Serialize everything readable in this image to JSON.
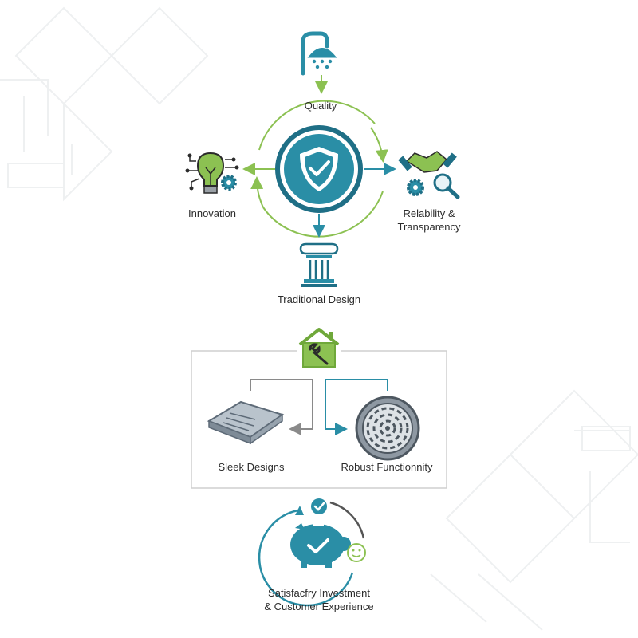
{
  "colors": {
    "teal": "#2a8ea6",
    "teal_dark": "#1f6f86",
    "green": "#8cc152",
    "gray": "#8a8a8a",
    "text": "#2b2b2b"
  },
  "labels": {
    "quality": "Quality",
    "innovation": "Innovation",
    "reliability": [
      "Relability &",
      "Transparency"
    ],
    "traditional": "Traditional Design",
    "sleek": "Sleek Designs",
    "robust": "Robust Functionnity",
    "satisfactory": [
      "Satisfacfry Investment",
      "& Customer Experience"
    ]
  },
  "icons": {
    "top": "shower-icon",
    "center": "shield-check-icon",
    "left": "lightbulb-gear-icon",
    "right": "handshake-magnifier-icon",
    "bottom": "pillar-icon",
    "house": "house-wrench-icon",
    "tile": "tile-panel-icon",
    "drain": "drain-grate-icon",
    "piggy": "piggy-bank-check-icon"
  }
}
